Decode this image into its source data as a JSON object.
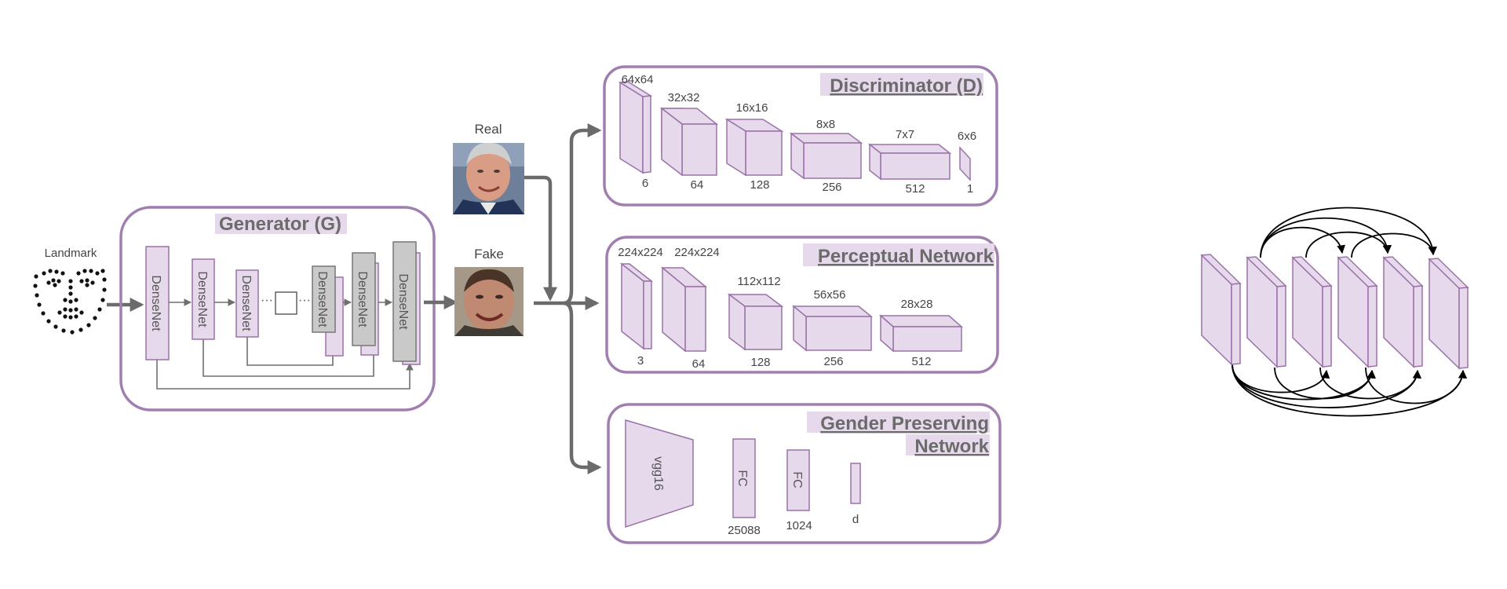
{
  "landmark": {
    "label": "Landmark"
  },
  "generator": {
    "title": "Generator (G)",
    "block_label": "DenseNet",
    "ellipsis": "···"
  },
  "images": {
    "real_label": "Real",
    "fake_label": "Fake"
  },
  "discriminator": {
    "title": "Discriminator (D)",
    "sizes": [
      "64x64",
      "32x32",
      "16x16",
      "8x8",
      "7x7",
      "6x6"
    ],
    "channels": [
      "6",
      "64",
      "128",
      "256",
      "512",
      "1"
    ]
  },
  "perceptual": {
    "title": "Perceptual Network",
    "sizes": [
      "224x224",
      "224x224",
      "112x112",
      "56x56",
      "28x28"
    ],
    "channels": [
      "3",
      "64",
      "128",
      "256",
      "512"
    ]
  },
  "gender": {
    "title_line1": "Gender Preserving",
    "title_line2": "Network",
    "vgg_label": "vgg16",
    "fc1_label": "FC",
    "fc2_label": "FC",
    "fc1_dim": "25088",
    "fc2_dim": "1024",
    "d_label": "d"
  },
  "colors": {
    "block_fill": "#e6d9eb",
    "block_stroke": "#9a72a8",
    "panel_stroke": "#a07fb0",
    "gray_block": "#c9c9c9",
    "arrow": "#6b6b6b"
  }
}
